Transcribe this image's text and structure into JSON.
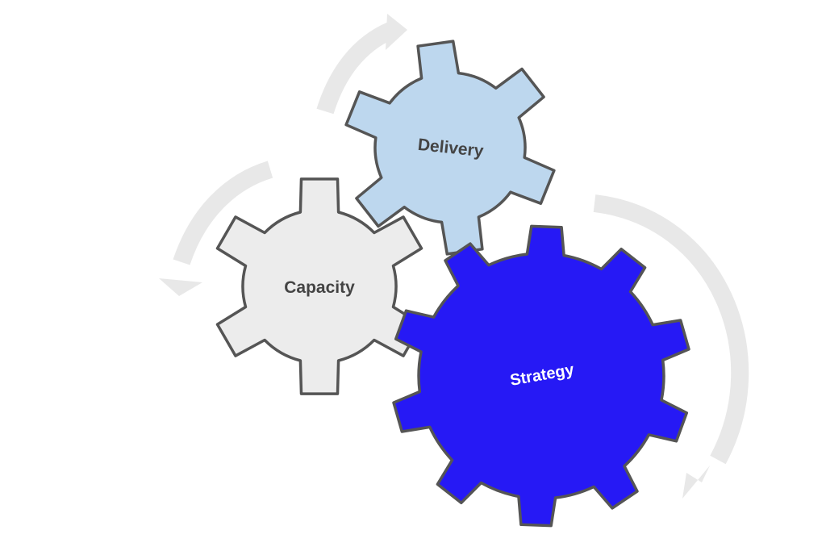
{
  "diagram": {
    "colors": {
      "background": "#ffffff",
      "arrow": "#e8e8e8",
      "gear_stroke": "#555555",
      "label_dark": "#444444",
      "label_light": "#ffffff"
    },
    "gears": [
      {
        "id": "capacity",
        "label": "Capacity",
        "fill": "#ececec",
        "teeth": 6,
        "label_color": "#444444"
      },
      {
        "id": "delivery",
        "label": "Delivery",
        "fill": "#bdd7ee",
        "teeth": 6,
        "label_color": "#444444"
      },
      {
        "id": "strategy",
        "label": "Strategy",
        "fill": "#2619f5",
        "teeth": 10,
        "label_color": "#ffffff"
      }
    ],
    "arrows": [
      {
        "id": "arrow-top",
        "direction": "clockwise"
      },
      {
        "id": "arrow-left",
        "direction": "counterclockwise"
      },
      {
        "id": "arrow-right",
        "direction": "clockwise"
      }
    ]
  }
}
